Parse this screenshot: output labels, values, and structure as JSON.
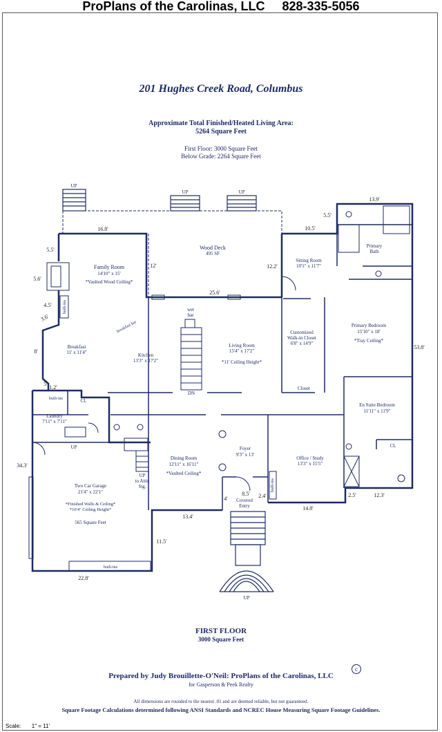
{
  "header": {
    "company": "ProPlans of the Carolinas, LLC",
    "phone": "828-335-5056"
  },
  "address": "201 Hughes Creek Road, Columbus",
  "summary": {
    "total_label": "Approximate Total Finished/Heated Living Area:",
    "total_value": "5264 Square Feet",
    "first_floor": "First Floor: 3000 Square Feet",
    "below_grade": "Below Grade:  2264 Square Feet"
  },
  "plan": {
    "stairs": {
      "up": "UP",
      "dn": "DN",
      "up_attic_1": "UP",
      "up_attic_2": "to Attic",
      "up_attic_3": "Stg."
    },
    "rooms": {
      "wood_deck": {
        "name": "Wood Deck",
        "size": "495 SF"
      },
      "family_room": {
        "name": "Family Room",
        "size": "14'10\" x 15'",
        "note": "*Vaulted Wood Ceiling*"
      },
      "sitting_room": {
        "name": "Sitting Room",
        "size": "10'1\" x 11'7\""
      },
      "primary_bath": {
        "name1": "Primary",
        "name2": "Bath"
      },
      "breakfast": {
        "name": "Breakfast",
        "size": "11' x 11'4\""
      },
      "breakfast_bar": "breakfast bar",
      "kitchen": {
        "name": "Kitchen",
        "size": "13'3\" x 17'2\""
      },
      "wet_bar": {
        "line1": "wet",
        "line2": "bar"
      },
      "living_room": {
        "name": "Living Room",
        "size": "15'4\" x 17'2\"",
        "note": "*11' Ceiling Height*"
      },
      "walk_in_closet": {
        "line1": "Customized",
        "line2": "Walk-in Closet",
        "size": "6'8\" x 14'9\""
      },
      "closet": "Closet",
      "primary_bedroom": {
        "name": "Primary Bedroom",
        "size": "15'10\" x 18'",
        "note": "*Tray Ceiling*"
      },
      "en_suite": {
        "name": "En Suite Bedroom",
        "size": "11'11\" x 11'9\""
      },
      "laundry": {
        "name": "Laundry",
        "size": "7'11\" x 7'11\""
      },
      "built_ins_1": "built-ins",
      "built_ins_2": "built-ins",
      "built_ins_3": "built-ins",
      "built_ins_4": "built-ins",
      "cl_1": "CL",
      "cl_2": "CL",
      "foyer": {
        "name": "Foyer",
        "size": "9'3\" x 13'"
      },
      "dining_room": {
        "name": "Dining Room",
        "size": "12'11\" x 16'11\"",
        "note": "*Vaulted Ceiling*"
      },
      "office": {
        "name": "Office / Study",
        "size": "13'3\" x 15'5\""
      },
      "garage": {
        "name": "Two Car Garage",
        "size": "21'4\" x 22'1\"",
        "note1": "*Finished Walls & Ceiling*",
        "note2": "*10'4\" Ceiling Height*",
        "sqft": "565 Square Feet"
      },
      "covered_entry": {
        "line1": "Covered",
        "line2": "Entry"
      }
    },
    "dimensions": {
      "d16_8": "16.8'",
      "d5_5a": "5.5'",
      "d5_6": "5.6'",
      "d4_5": "4.5'",
      "d3_6": "3.6'",
      "d8": "8'",
      "d5": "5'",
      "d1_2": "1.2'",
      "d12": "12'",
      "d25_6": "25.6'",
      "d12_2": "12.2'",
      "d10_5": "10.5'",
      "d5_5b": "5.5'",
      "d13_9": "13.9'",
      "d53_8": "53.8'",
      "d34_3": "34.3'",
      "d13_4": "13.4'",
      "d11_5": "11.5'",
      "d22_8": "22.8'",
      "d8_5": "8.5'",
      "d4": "4'",
      "d2_4": "2.4'",
      "d14_8": "14.8'",
      "d2_5": "2.5'",
      "d12_3": "12.3'"
    }
  },
  "footer": {
    "floor_title": "FIRST FLOOR",
    "floor_sqft": "3000 Square Feet",
    "prepared_by": "Prepared by Judy Brouillette-O'Neil: ProPlans of the Carolinas, LLC",
    "copyright": "c",
    "for_line": "for Gasperson & Peek Realty",
    "disclaimer": "All dimensions are rounded to the nearest .01 and are deemed reliable, but not guaranteed.",
    "ansi": "Square Footage Calculations determined following ANSI Standards and NCREC House Measuring Square Footage Guidelines.",
    "scale_label": "Scale:",
    "scale_value": "1\" = 11'"
  }
}
